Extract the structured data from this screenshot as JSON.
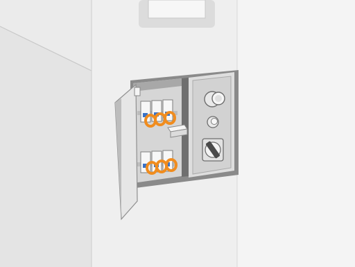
{
  "scene": {
    "subject": "printer-cabinet-electrical-panel",
    "highlight_color": "#f08c1e",
    "breaker_tag_color": "#3a72c6",
    "upper_breakers": {
      "count": 3,
      "highlighted_count": 3
    },
    "lower_breakers": {
      "count": 3,
      "highlighted_count": 3
    },
    "controls": [
      "push-button-icon",
      "indicator-lamp-icon",
      "rotary-switch-icon"
    ]
  }
}
